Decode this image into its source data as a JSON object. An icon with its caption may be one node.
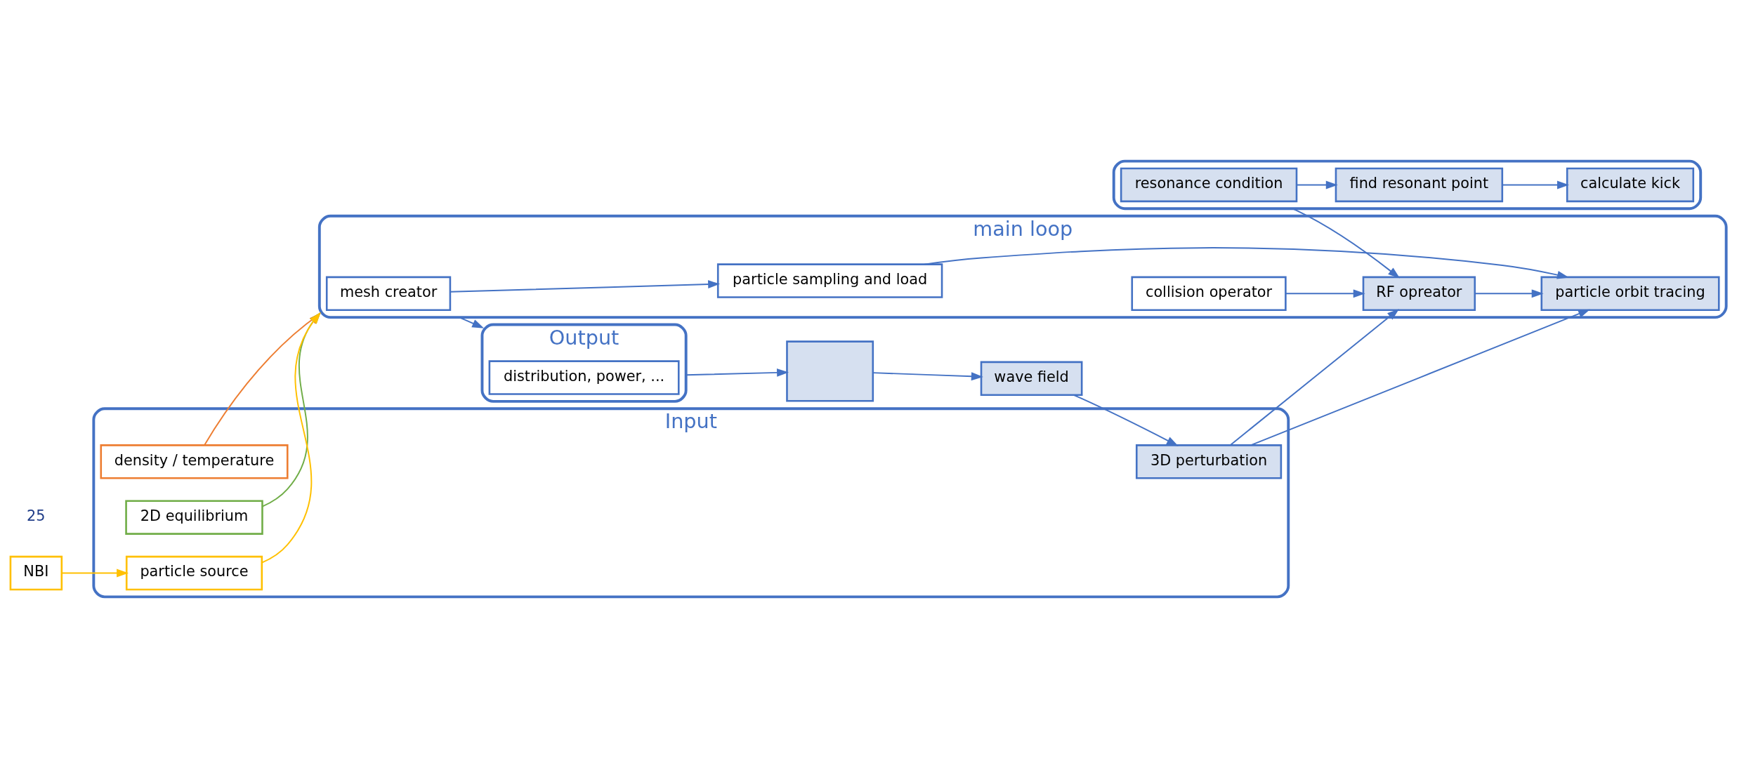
{
  "diagram": {
    "nodes": [
      {
        "text": [
          "Input"
        ]
      },
      {
        "text": [
          "density / temperature"
        ],
        "in": 0
      },
      {
        "text": [
          "2D equilibrium"
        ],
        "in": 0
      },
      {
        "text": [
          "particle source"
        ],
        "in": 0
      },
      {
        "text": [
          "3D perturbation"
        ],
        "in": 0
      },
      {
        "text": [
          "main loop"
        ]
      },
      {
        "text": [
          "mesh creator"
        ],
        "in": 5
      },
      {
        "text": [
          "particle sampling and load"
        ],
        "in": 5
      },
      {
        "text": [
          "particle orbit tracing"
        ],
        "in": 5
      },
      {
        "text": [
          "RF opreator"
        ],
        "in": 5
      },
      {
        "text": [
          "collision operator"
        ],
        "in": 5
      },
      {
        "text": [],
        "shape": "box"
      },
      {
        "text": [
          "resonance condition"
        ],
        "in": 11
      },
      {
        "text": [
          "find resonant point"
        ],
        "in": 11
      },
      {
        "text": [
          "calculate kick"
        ],
        "in": 11
      },
      {
        "text": [
          "NBI"
        ]
      },
      {
        "text": [],
        "shape": "box"
      },
      {
        "text": [
          "wave field"
        ]
      },
      {
        "text": [
          "Output"
        ]
      },
      {
        "text": [
          "distribution, power, ..."
        ],
        "in": 18
      }
    ],
    "edges": [
      {
        "from": 1,
        "to": 5,
        "arrow": "to",
        "color": "#ed7d31"
      },
      {
        "from": 2,
        "to": 5,
        "arrow": "to",
        "color": "#70ad47"
      },
      {
        "from": 3,
        "to": 5,
        "arrow": "to",
        "color": "#ffc000"
      },
      {
        "from": 15,
        "to": 3,
        "arrow": "to",
        "color": "#ffc000"
      },
      {
        "from": 4,
        "to": 8,
        "arrow": "to"
      },
      {
        "from": 4,
        "to": 9,
        "arrow": "to"
      },
      {
        "from": 6,
        "to": 7,
        "arrow": "to"
      },
      {
        "from": 7,
        "to": 8,
        "arrow": "to"
      },
      {
        "from": 9,
        "to": 8,
        "arrow": "to"
      },
      {
        "from": 10,
        "to": 9,
        "arrow": "to"
      },
      {
        "from": 11,
        "to": 9,
        "arrow": "to"
      },
      {
        "from": 12,
        "to": 13,
        "arrow": "to"
      },
      {
        "from": 13,
        "to": 14,
        "arrow": "to"
      },
      {
        "from": 5,
        "to": 18,
        "arrow": "to"
      },
      {
        "from": 18,
        "to": 16,
        "arrow": "to"
      },
      {
        "from": 16,
        "to": 17,
        "arrow": "to"
      },
      {
        "from": 17,
        "to": 4,
        "arrow": "to"
      }
    ],
    "labels": [
      "25"
    ]
  }
}
